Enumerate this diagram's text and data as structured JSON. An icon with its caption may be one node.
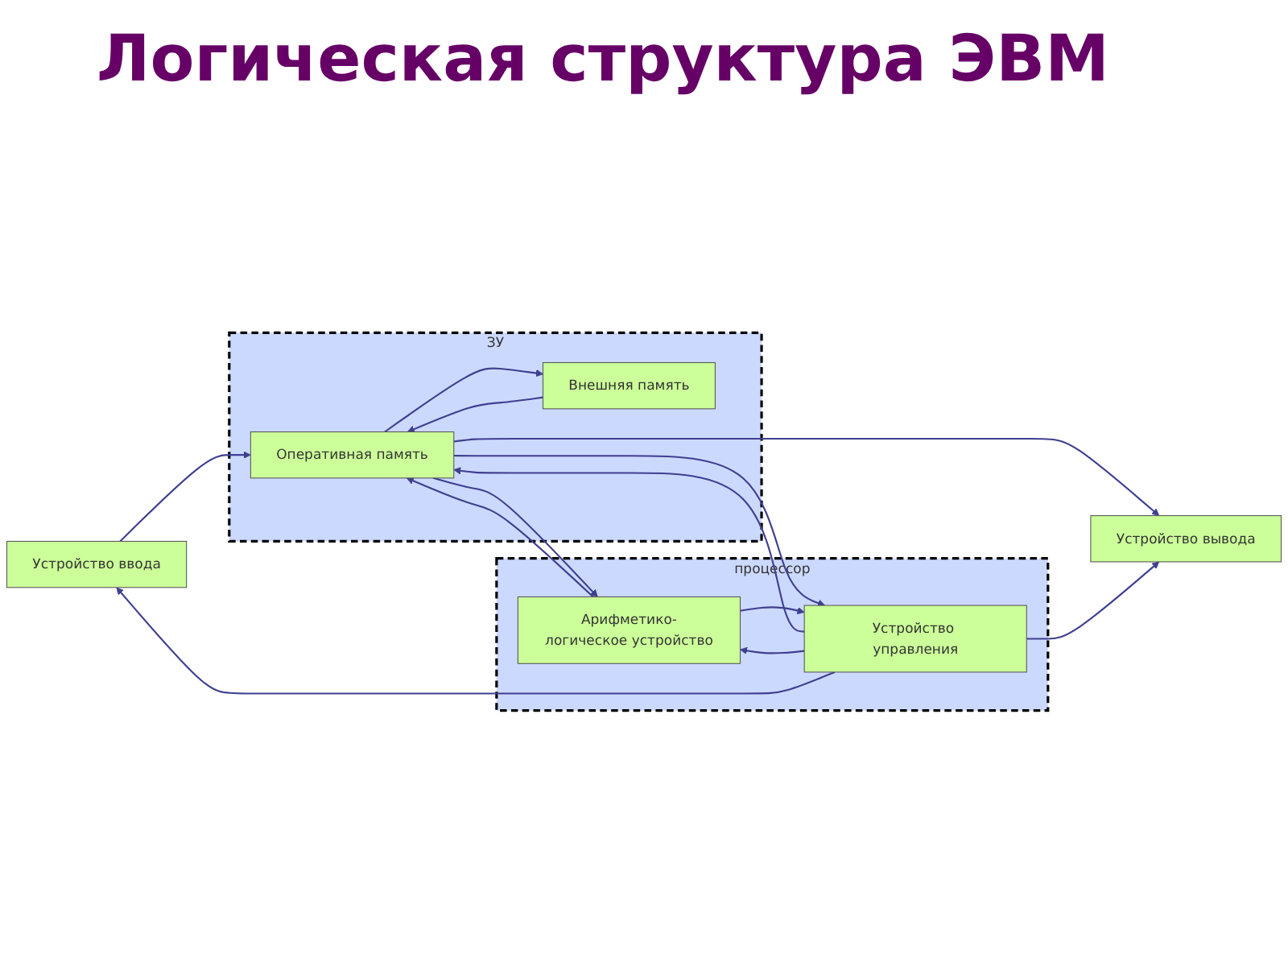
{
  "diagram": {
    "title": "Логическая структура ЭВМ",
    "nodes": [
      {
        "text": [
          "Устройство ввода"
        ]
      },
      {
        "text": [
          "Устройство вывода"
        ]
      },
      {
        "text": [
          "ЗУ"
        ]
      },
      {
        "text": [
          "Оперативная память"
        ],
        "in": 2
      },
      {
        "text": [
          "Внешняя память"
        ],
        "in": 2
      },
      {
        "text": [
          "процессор"
        ]
      },
      {
        "text": [
          "Арифметико-логическое устройство"
        ],
        "in": 5
      },
      {
        "text": [
          "Устройство управления"
        ],
        "in": 5
      }
    ],
    "edges": [
      {
        "from": 0,
        "to": 3,
        "arrow": "to"
      },
      {
        "from": 3,
        "to": 1,
        "arrow": "to"
      },
      {
        "from": 6,
        "to": 3,
        "arrow": "to"
      },
      {
        "from": 3,
        "to": 6,
        "arrow": "to"
      },
      {
        "from": 3,
        "to": 4,
        "arrow": "to"
      },
      {
        "from": 4,
        "to": 3,
        "arrow": "to"
      },
      {
        "from": 3,
        "to": 7,
        "arrow": "to"
      },
      {
        "from": 7,
        "to": 3,
        "arrow": "to"
      },
      {
        "from": 7,
        "to": 6,
        "arrow": "to"
      },
      {
        "from": 6,
        "to": 7,
        "arrow": "to"
      },
      {
        "from": 7,
        "to": 1,
        "arrow": "to"
      },
      {
        "from": 7,
        "to": 0,
        "arrow": "to"
      }
    ]
  }
}
